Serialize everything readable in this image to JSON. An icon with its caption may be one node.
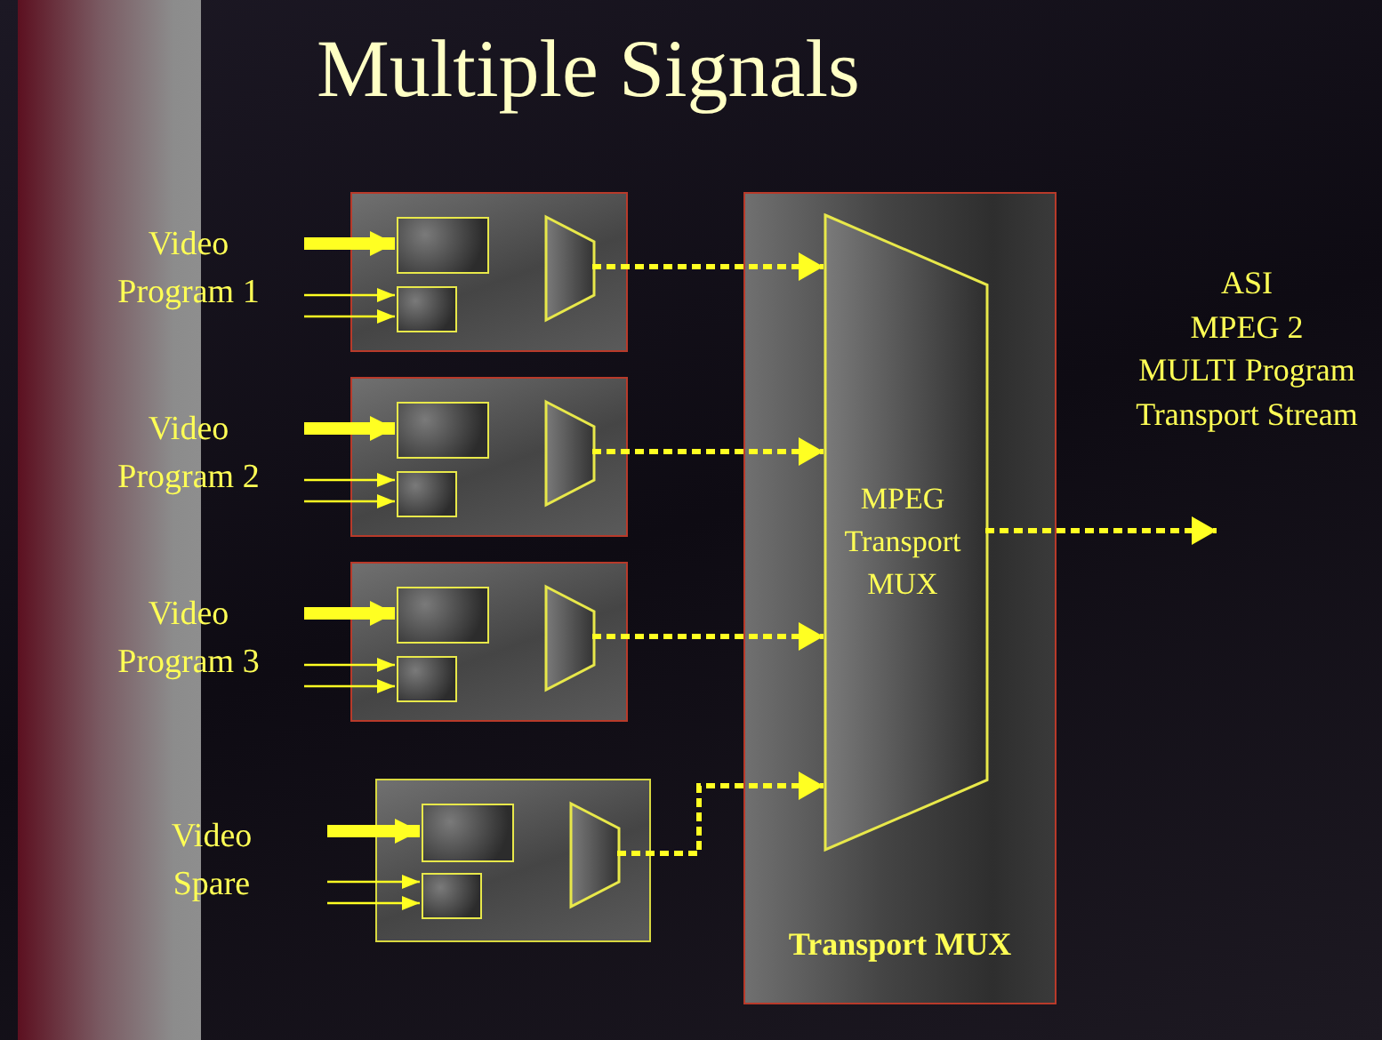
{
  "diagram": {
    "title": "Multiple Signals",
    "nodes": [
      {
        "text": [
          "Video Program 1"
        ]
      },
      {
        "text": [],
        "shape": "box"
      },
      {
        "text": [],
        "shape": "box",
        "in": 1
      },
      {
        "text": [],
        "shape": "box",
        "in": 1
      },
      {
        "text": [],
        "shape": "trapezoid",
        "in": 1
      },
      {
        "text": [
          "Video Program 2"
        ]
      },
      {
        "text": [],
        "shape": "box"
      },
      {
        "text": [],
        "shape": "box",
        "in": 6
      },
      {
        "text": [],
        "shape": "box",
        "in": 6
      },
      {
        "text": [],
        "shape": "trapezoid",
        "in": 6
      },
      {
        "text": [
          "Video Program 3"
        ]
      },
      {
        "text": [],
        "shape": "box"
      },
      {
        "text": [],
        "shape": "box",
        "in": 11
      },
      {
        "text": [],
        "shape": "box",
        "in": 11
      },
      {
        "text": [],
        "shape": "trapezoid",
        "in": 11
      },
      {
        "text": [
          "Video Spare"
        ]
      },
      {
        "text": [],
        "shape": "box"
      },
      {
        "text": [],
        "shape": "box",
        "in": 16
      },
      {
        "text": [],
        "shape": "box",
        "in": 16
      },
      {
        "text": [],
        "shape": "trapezoid",
        "in": 16
      },
      {
        "text": [
          "Transport MUX"
        ]
      },
      {
        "text": [
          "MPEG Transport MUX"
        ],
        "in": 20
      }
    ],
    "edges": [
      {
        "from": 0,
        "to": 2,
        "arrow": "to",
        "style": "thick"
      },
      {
        "from": 0,
        "to": 3,
        "arrow": "to"
      },
      {
        "from": 0,
        "to": 3,
        "arrow": "to"
      },
      {
        "from": 4,
        "to": 21,
        "arrow": "to",
        "style": "dashed"
      },
      {
        "from": 5,
        "to": 7,
        "arrow": "to",
        "style": "thick"
      },
      {
        "from": 5,
        "to": 8,
        "arrow": "to"
      },
      {
        "from": 5,
        "to": 8,
        "arrow": "to"
      },
      {
        "from": 9,
        "to": 21,
        "arrow": "to",
        "style": "dashed"
      },
      {
        "from": 10,
        "to": 12,
        "arrow": "to",
        "style": "thick"
      },
      {
        "from": 10,
        "to": 13,
        "arrow": "to"
      },
      {
        "from": 10,
        "to": 13,
        "arrow": "to"
      },
      {
        "from": 14,
        "to": 21,
        "arrow": "to",
        "style": "dashed"
      },
      {
        "from": 15,
        "to": 17,
        "arrow": "to",
        "style": "thick"
      },
      {
        "from": 15,
        "to": 18,
        "arrow": "to"
      },
      {
        "from": 15,
        "to": 18,
        "arrow": "to"
      },
      {
        "from": 19,
        "to": 21,
        "arrow": "to",
        "style": "dashed"
      },
      {
        "from": 21,
        "to": null,
        "arrow": "to",
        "style": "dashed"
      }
    ],
    "labels": [
      "ASI MPEG 2 MULTI Program Transport Stream"
    ]
  }
}
